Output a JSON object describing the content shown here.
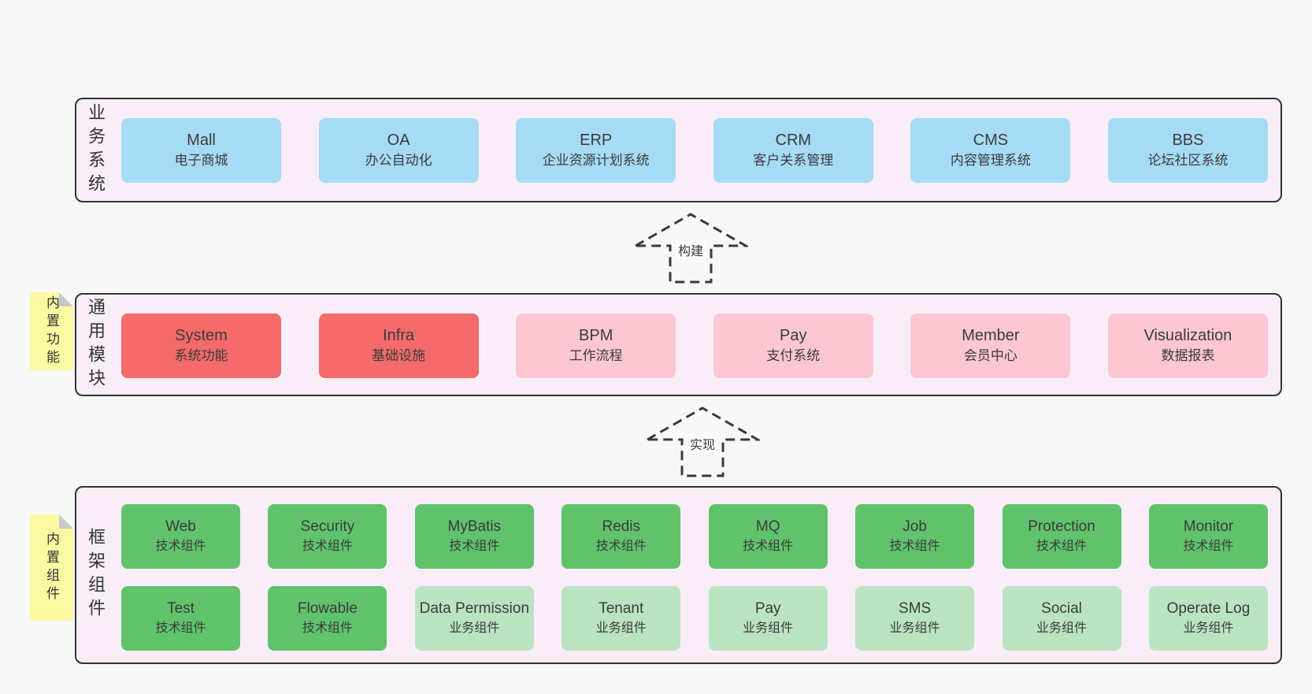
{
  "colors": {
    "page_bg": "#f8f8f8",
    "panel_bg": "#f9eef8",
    "panel_border": "#333333",
    "blue": "#a6dbf5",
    "red": "#f56a6a",
    "pink": "#fcc7d2",
    "green": "#60c36c",
    "light_green": "#bae4c1",
    "note_yellow": "#fbfaa3",
    "note_fold_gray": "#c9c9c9",
    "text": "#3b3b3b"
  },
  "layers": [
    {
      "id": "business",
      "side_label": "业务系统",
      "boxes": [
        {
          "title": "Mall",
          "subtitle": "电子商城",
          "variant": "blue"
        },
        {
          "title": "OA",
          "subtitle": "办公自动化",
          "variant": "blue"
        },
        {
          "title": "ERP",
          "subtitle": "企业资源计划系统",
          "variant": "blue"
        },
        {
          "title": "CRM",
          "subtitle": "客户关系管理",
          "variant": "blue"
        },
        {
          "title": "CMS",
          "subtitle": "内容管理系统",
          "variant": "blue"
        },
        {
          "title": "BBS",
          "subtitle": "论坛社区系统",
          "variant": "blue"
        }
      ]
    },
    {
      "id": "modules",
      "side_label": "通用模块",
      "note": "内置功能",
      "boxes": [
        {
          "title": "System",
          "subtitle": "系统功能",
          "variant": "red"
        },
        {
          "title": "Infra",
          "subtitle": "基础设施",
          "variant": "red"
        },
        {
          "title": "BPM",
          "subtitle": "工作流程",
          "variant": "pink"
        },
        {
          "title": "Pay",
          "subtitle": "支付系统",
          "variant": "pink"
        },
        {
          "title": "Member",
          "subtitle": "会员中心",
          "variant": "pink"
        },
        {
          "title": "Visualization",
          "subtitle": "数据报表",
          "variant": "pink"
        }
      ]
    },
    {
      "id": "components",
      "side_label": "框架组件",
      "note": "内置组件",
      "rows": [
        [
          {
            "title": "Web",
            "subtitle": "技术组件",
            "variant": "green"
          },
          {
            "title": "Security",
            "subtitle": "技术组件",
            "variant": "green"
          },
          {
            "title": "MyBatis",
            "subtitle": "技术组件",
            "variant": "green"
          },
          {
            "title": "Redis",
            "subtitle": "技术组件",
            "variant": "green"
          },
          {
            "title": "MQ",
            "subtitle": "技术组件",
            "variant": "green"
          },
          {
            "title": "Job",
            "subtitle": "技术组件",
            "variant": "green"
          },
          {
            "title": "Protection",
            "subtitle": "技术组件",
            "variant": "green"
          },
          {
            "title": "Monitor",
            "subtitle": "技术组件",
            "variant": "green"
          }
        ],
        [
          {
            "title": "Test",
            "subtitle": "技术组件",
            "variant": "green"
          },
          {
            "title": "Flowable",
            "subtitle": "技术组件",
            "variant": "green"
          },
          {
            "title": "Data Permission",
            "subtitle": "业务组件",
            "variant": "lightgreen"
          },
          {
            "title": "Tenant",
            "subtitle": "业务组件",
            "variant": "lightgreen"
          },
          {
            "title": "Pay",
            "subtitle": "业务组件",
            "variant": "lightgreen"
          },
          {
            "title": "SMS",
            "subtitle": "业务组件",
            "variant": "lightgreen"
          },
          {
            "title": "Social",
            "subtitle": "业务组件",
            "variant": "lightgreen"
          },
          {
            "title": "Operate Log",
            "subtitle": "业务组件",
            "variant": "lightgreen"
          }
        ]
      ]
    }
  ],
  "arrows": [
    {
      "label": "构建"
    },
    {
      "label": "实现"
    }
  ]
}
